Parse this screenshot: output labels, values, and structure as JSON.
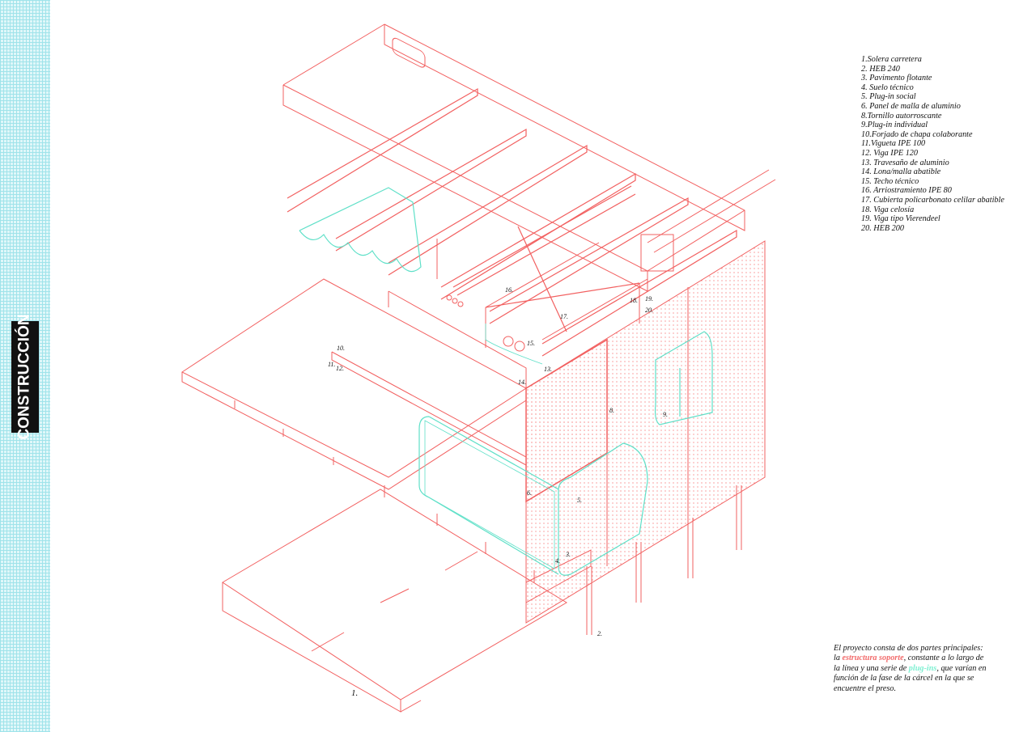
{
  "sidebar": {
    "section_label": "CONSTRUCCIÓN"
  },
  "legend": [
    "1.Solera carretera",
    "2. HEB 240",
    "3. Pavimento flotante",
    "4. Suelo técnico",
    "5. Plug-in social",
    "6. Panel de malla de aluminio",
    "8.Tornillo autorroscante",
    "9.Plug-in individual",
    "10.Forjado de chapa colaborante",
    "11.Vigueta IPE 100",
    "12. Viga IPE 120",
    "13. Travesaño de aluminio",
    "14. Lona/malla abatible",
    "15. Techo técnico",
    "16. Arriostramiento IPE 80",
    "17. Cubierta policarbonato celilar abatible",
    "18. Viga celosía",
    "19. Viga tipo Vierendeel",
    "20. HEB 200"
  ],
  "note": {
    "part1": "El proyecto consta de dos partes principales: la ",
    "highlight1": "estructura soporte",
    "part2": ", constante a lo largo de la línea y una serie de ",
    "highlight2": "plug-ins",
    "part3": ", que varían en función de la fase de la cárcel en la que se encuentre el preso."
  },
  "callouts": {
    "n1": "1.",
    "n2": "2.",
    "n3": "3.",
    "n4": "4.",
    "n5": "5.",
    "n6": "6.",
    "n8": "8.",
    "n9": "9.",
    "n10": "10.",
    "n11": "11.",
    "n12": "12.",
    "n13": "13.",
    "n14": "14.",
    "n15": "15.",
    "n16": "16.",
    "n17": "17.",
    "n18": "18.",
    "n19": "19.",
    "n20": "20."
  },
  "colors": {
    "structure": "#f26060",
    "plugin": "#5fe0c8",
    "sidebar": "#dff7f9"
  }
}
